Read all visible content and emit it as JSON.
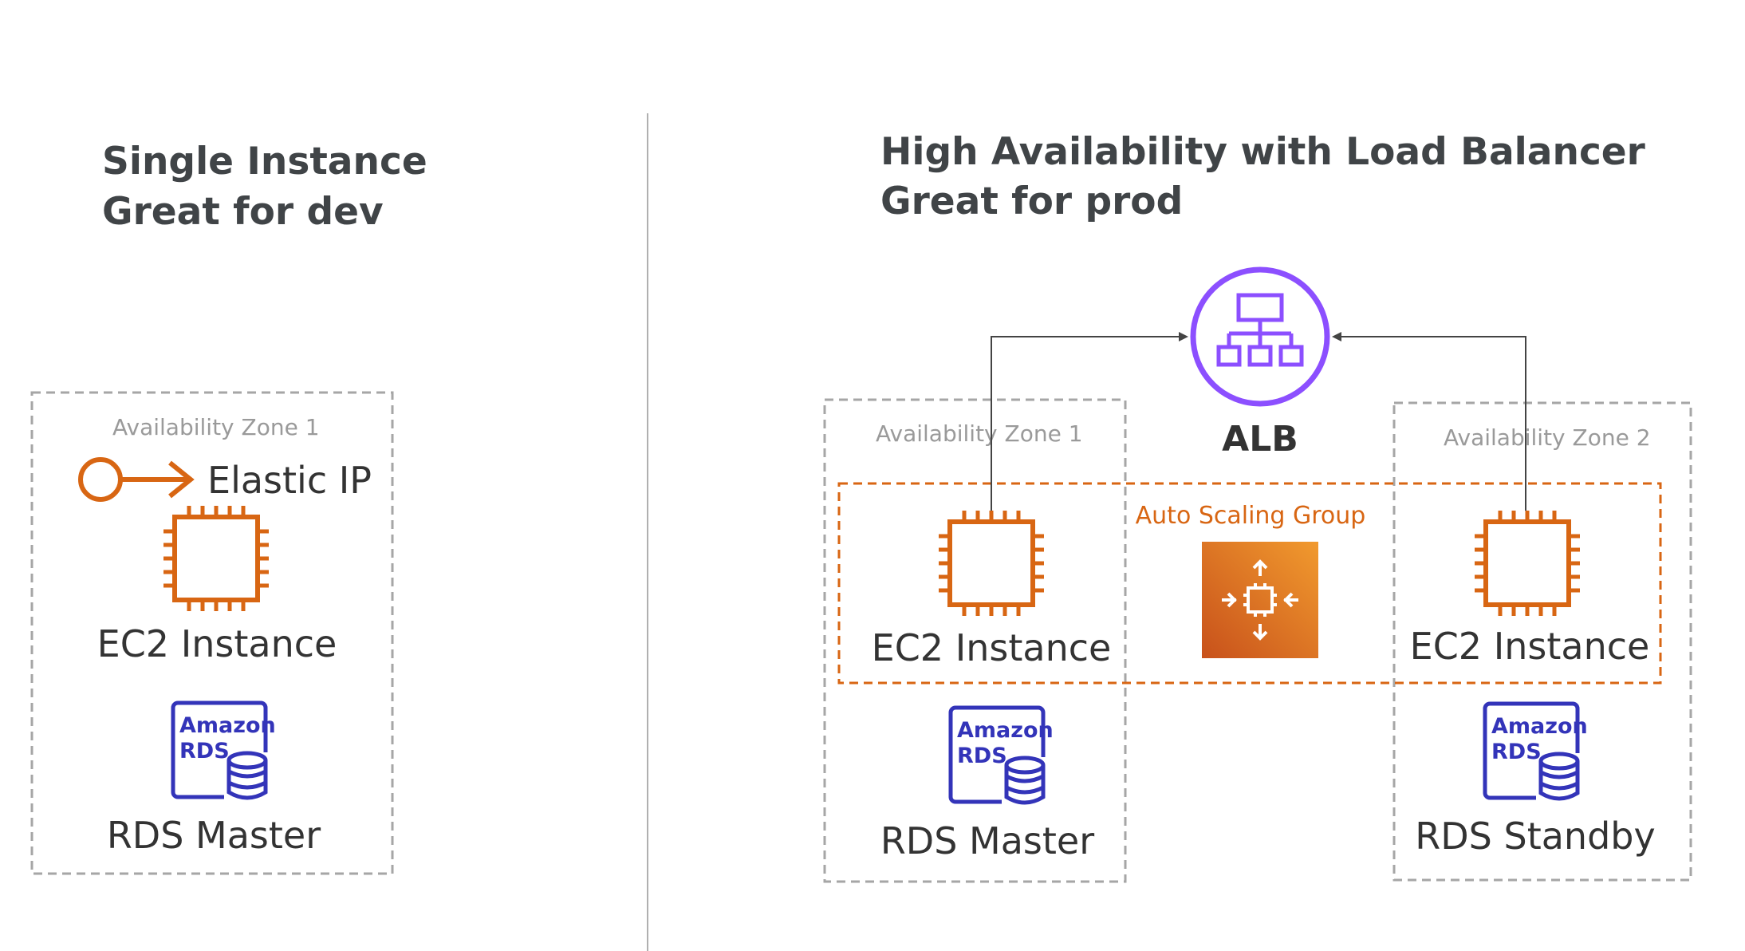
{
  "left": {
    "title_line1": "Single Instance",
    "title_line2": "Great for dev",
    "zone_label": "Availability Zone 1",
    "elastic_ip_label": "Elastic IP",
    "ec2_label": "EC2 Instance",
    "rds_label": "RDS Master"
  },
  "right": {
    "title_line1": "High Availability with Load Balancer",
    "title_line2": "Great for prod",
    "alb_label": "ALB",
    "zone1_label": "Availability Zone 1",
    "zone2_label": "Availability Zone 2",
    "asg_label": "Auto Scaling Group",
    "ec2_left_label": "EC2 Instance",
    "ec2_right_label": "EC2 Instance",
    "rds_master_label": "RDS Master",
    "rds_standby_label": "RDS Standby"
  },
  "rds_icon": {
    "line1": "Amazon",
    "line2": "RDS"
  },
  "colors": {
    "ec2_orange": "#d86613",
    "alb_purple": "#8c4fff",
    "rds_blue": "#3334b9",
    "title_gray": "#404447",
    "zone_border": "#a6a6a6"
  }
}
